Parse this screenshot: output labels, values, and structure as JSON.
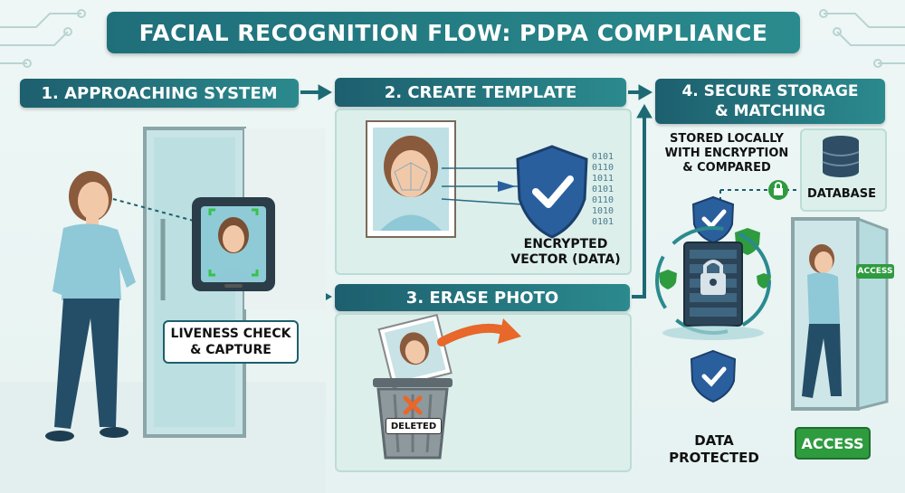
{
  "title": "FACIAL RECOGNITION FLOW: PDPA COMPLIANCE",
  "steps": {
    "s1": "1. APPROACHING SYSTEM",
    "s2": "2. CREATE TEMPLATE",
    "s3": "3. ERASE PHOTO",
    "s4_line1": "4. SECURE STORAGE",
    "s4_line2": "& MATCHING"
  },
  "labels": {
    "liveness_line1": "LIVENESS CHECK",
    "liveness_line2": "& CAPTURE",
    "encrypted_line1": "ENCRYPTED",
    "encrypted_line2": "VECTOR (DATA)",
    "deleted": "DELETED",
    "stored_line1": "STORED LOCALLY",
    "stored_line2": "WITH ENCRYPTION",
    "stored_line3": "& COMPARED",
    "database": "DATABASE",
    "protected_line1": "DATA",
    "protected_line2": "PROTECTED",
    "access_small": "ACCESS",
    "access_big": "ACCESS",
    "binary_rows": [
      "0101",
      "0110",
      "1011",
      "0101",
      "0110",
      "1010",
      "0101"
    ]
  },
  "colors": {
    "accent": "#1d5f6e",
    "accent_light": "#2b8a8e",
    "shield": "#2a5f9e",
    "access_green": "#2e9b3f",
    "delete_orange": "#e8672a"
  }
}
